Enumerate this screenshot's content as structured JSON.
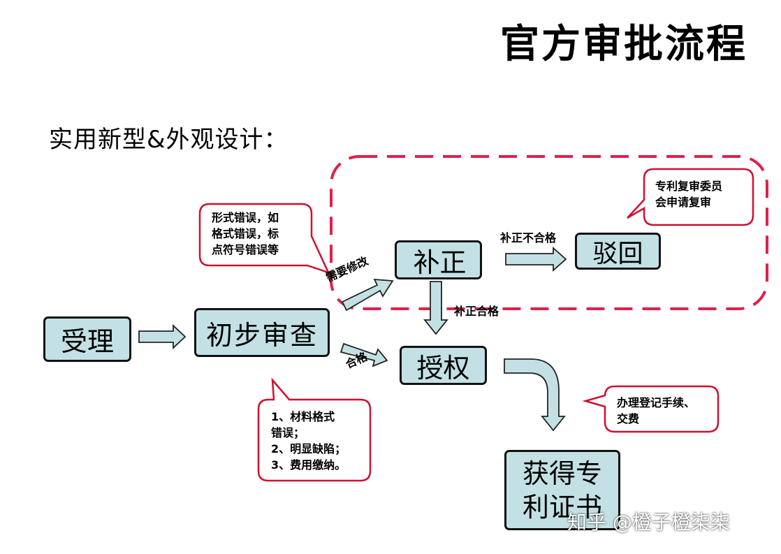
{
  "title": "官方审批流程",
  "subtitle": "实用新型&外观设计：",
  "nodes": {
    "accept": "受理",
    "preliminary_exam": "初步审查",
    "correction": "补正",
    "rejection": "驳回",
    "grant": "授权",
    "certificate_line1": "获得专",
    "certificate_line2": "利证书"
  },
  "edge_labels": {
    "needs_modification": "需要修改",
    "qualified": "合格",
    "correction_unqualified": "补正不合格",
    "correction_qualified": "补正合格"
  },
  "callouts": {
    "formal_errors": [
      "形式错误，如",
      "格式错误，标",
      "点符号错误等"
    ],
    "review": [
      "专利复审委员",
      "会申请复审"
    ],
    "reasons": [
      "1、材料格式",
      "错误；",
      "2、明显缺陷；",
      "3、费用缴纳。"
    ],
    "registration": [
      "办理登记手续、",
      "交费"
    ]
  },
  "watermark": "知乎 @橙子橙柒柒",
  "colors": {
    "node_fill": "#c3e1e4",
    "node_border": "#111111",
    "callout_border": "#d01030",
    "dashed_region": "#e0204a",
    "arrow_fill": "#c3e1e4",
    "arrow_stroke": "#222222"
  }
}
